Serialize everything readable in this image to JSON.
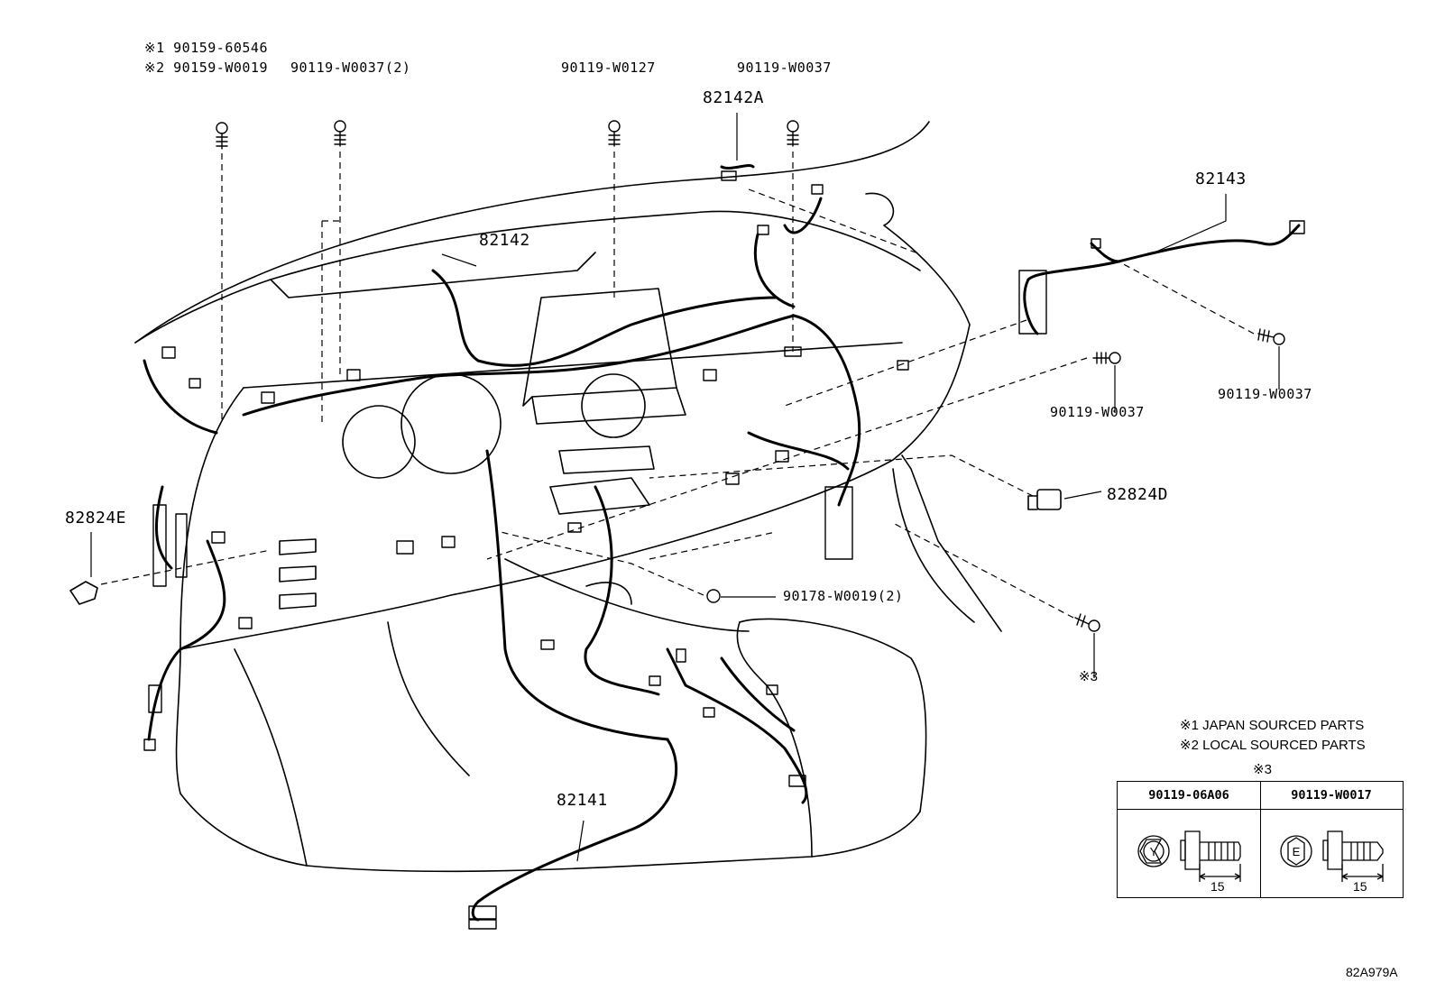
{
  "labels": {
    "note1_code": "※1 90159-60546",
    "note2_code": "※2 90159-W0019",
    "bolt_90119_W0037_2": "90119-W0037(2)",
    "bolt_90119_W0127": "90119-W0127",
    "bolt_90119_W0037_top": "90119-W0037",
    "part_82142A": "82142A",
    "part_82142": "82142",
    "part_82143": "82143",
    "bolt_90119_W0037_right1": "90119-W0037",
    "bolt_90119_W0037_right2": "90119-W0037",
    "part_82824D": "82824D",
    "part_82824E": "82824E",
    "clip_90178_W0019_2": "90178-W0019(2)",
    "mark_3": "※3",
    "part_82141": "82141"
  },
  "notes": {
    "japan": "※1 JAPAN SOURCED PARTS",
    "local": "※2 LOCAL SOURCED PARTS",
    "table_mark": "※3"
  },
  "legend_table": {
    "col1_part": "90119-06A06",
    "col1_mark": "Y",
    "col1_dim": "15",
    "col2_part": "90119-W0017",
    "col2_mark": "E",
    "col2_dim": "15"
  },
  "reference_code": "82A979A"
}
